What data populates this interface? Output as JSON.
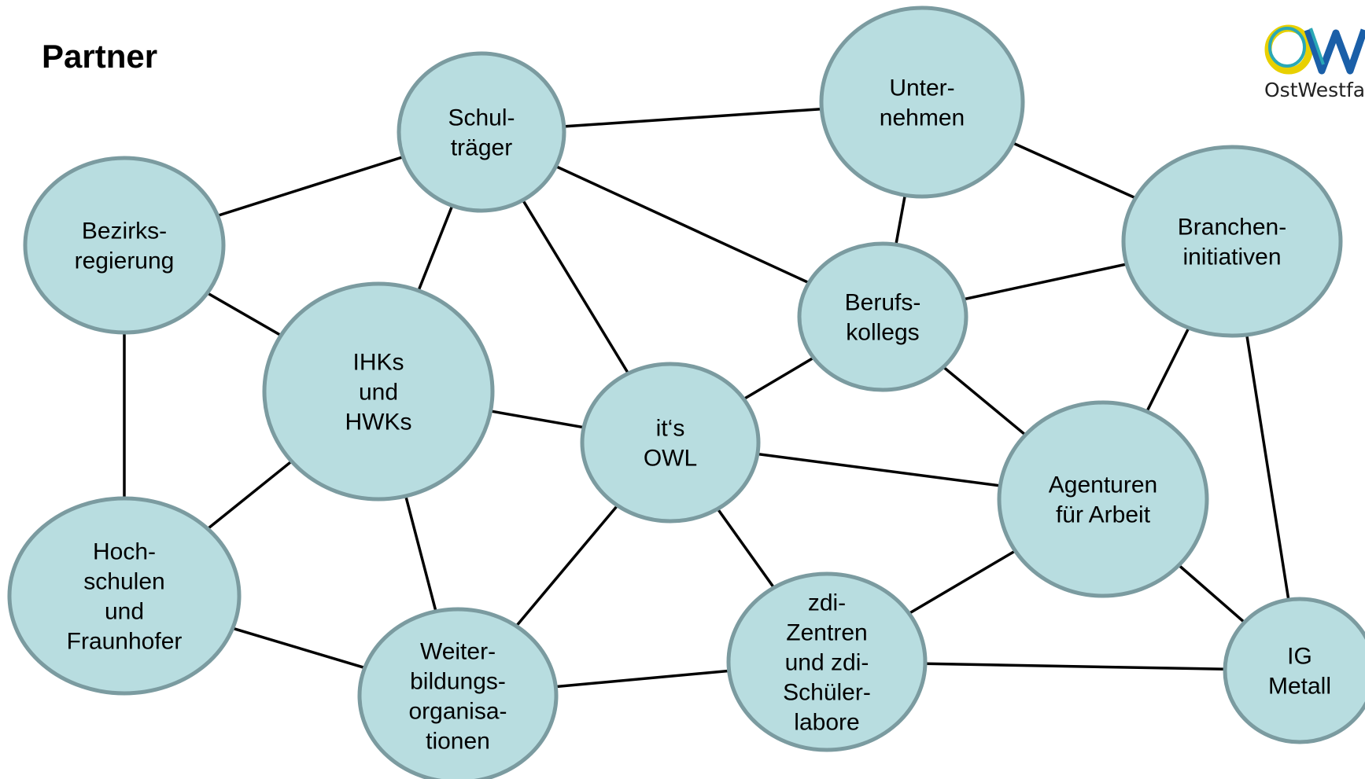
{
  "title": "Partner",
  "logo": {
    "text": "OstWestfa"
  },
  "nodes": [
    {
      "id": "schultraeger",
      "lines": [
        "Schul-",
        "träger"
      ]
    },
    {
      "id": "unternehmen",
      "lines": [
        "Unter-",
        "nehmen"
      ]
    },
    {
      "id": "bezirksregierung",
      "lines": [
        "Bezirks-",
        "regierung"
      ]
    },
    {
      "id": "brancheninitiativen",
      "lines": [
        "Branchen-",
        "initiativen"
      ]
    },
    {
      "id": "berufskollegs",
      "lines": [
        "Berufs-",
        "kollegs"
      ]
    },
    {
      "id": "ihks",
      "lines": [
        "IHKs",
        "und",
        "HWKs"
      ]
    },
    {
      "id": "itsowl",
      "lines": [
        "it‘s",
        "OWL"
      ]
    },
    {
      "id": "agenturen",
      "lines": [
        "Agenturen",
        "für Arbeit"
      ]
    },
    {
      "id": "hochschulen",
      "lines": [
        "Hoch-",
        "schulen",
        "und",
        "Fraunhofer"
      ]
    },
    {
      "id": "zdi",
      "lines": [
        "zdi-",
        "Zentren",
        "und zdi-",
        "Schüler-",
        "labore"
      ]
    },
    {
      "id": "weiterbildung",
      "lines": [
        "Weiter-",
        "bildungs-",
        "organisa-",
        "tionen"
      ]
    },
    {
      "id": "igmetall",
      "lines": [
        "IG",
        "Metall"
      ]
    }
  ],
  "edges": [
    [
      "schultraeger",
      "unternehmen"
    ],
    [
      "schultraeger",
      "bezirksregierung"
    ],
    [
      "schultraeger",
      "ihks"
    ],
    [
      "schultraeger",
      "itsowl"
    ],
    [
      "schultraeger",
      "berufskollegs"
    ],
    [
      "unternehmen",
      "berufskollegs"
    ],
    [
      "unternehmen",
      "brancheninitiativen"
    ],
    [
      "bezirksregierung",
      "ihks"
    ],
    [
      "bezirksregierung",
      "hochschulen"
    ],
    [
      "brancheninitiativen",
      "berufskollegs"
    ],
    [
      "brancheninitiativen",
      "agenturen"
    ],
    [
      "brancheninitiativen",
      "igmetall"
    ],
    [
      "berufskollegs",
      "itsowl"
    ],
    [
      "berufskollegs",
      "agenturen"
    ],
    [
      "ihks",
      "itsowl"
    ],
    [
      "ihks",
      "hochschulen"
    ],
    [
      "ihks",
      "weiterbildung"
    ],
    [
      "itsowl",
      "agenturen"
    ],
    [
      "itsowl",
      "zdi"
    ],
    [
      "itsowl",
      "weiterbildung"
    ],
    [
      "agenturen",
      "zdi"
    ],
    [
      "agenturen",
      "igmetall"
    ],
    [
      "hochschulen",
      "weiterbildung"
    ],
    [
      "zdi",
      "weiterbildung"
    ],
    [
      "zdi",
      "igmetall"
    ]
  ],
  "colors": {
    "node_fill": "#b8dde0",
    "node_stroke": "#7b9ba0",
    "edge": "#000000",
    "logo_yellow": "#e8d000",
    "logo_teal": "#2aa8b6",
    "logo_blue": "#1a5fa8"
  }
}
